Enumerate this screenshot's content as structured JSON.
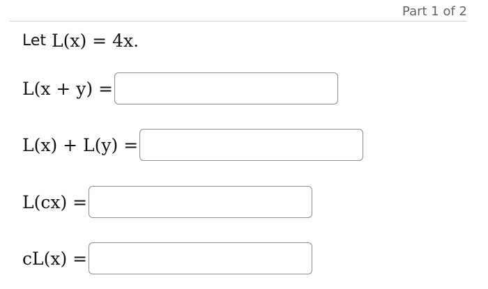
{
  "header": {
    "part_label": "Part 1 of 2"
  },
  "prompt": {
    "let_text": "Let",
    "definition": "L(x) = 4x."
  },
  "questions": [
    {
      "expression": "L(x + y) =",
      "answer_value": ""
    },
    {
      "expression": "L(x) + L(y) =",
      "answer_value": ""
    },
    {
      "expression": "L(cx) =",
      "answer_value": ""
    },
    {
      "expression": "cL(x) =",
      "answer_value": ""
    }
  ]
}
